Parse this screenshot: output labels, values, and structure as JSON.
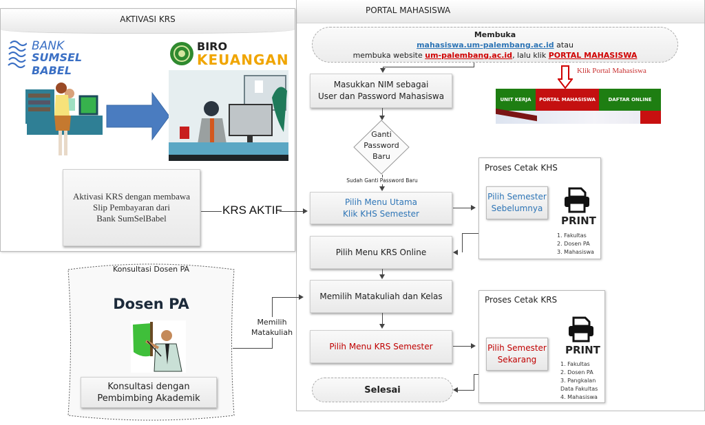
{
  "aktivasi": {
    "title": "AKTIVASI  KRS",
    "bank_logo": {
      "line1": "BANK",
      "line2": "SUMSEL BABEL",
      "color": "#3a6fc4"
    },
    "biro_logo": {
      "line1": "BIRO",
      "line2": "KEUANGAN",
      "color": "#f0a500"
    },
    "step_text": [
      "Aktivasi KRS dengan membawa",
      "Slip Pembayaran  dari",
      "Bank SumSelBabel"
    ],
    "status_label": "KRS AKTIF"
  },
  "portal": {
    "title": "PORTAL MAHASISWA",
    "start": {
      "heading": "Membuka",
      "link1": "mahasiswa.um-palembang.ac.id",
      "after_link1": " atau",
      "line2_prefix": "membuka website ",
      "link2": "um-palembang.ac.id",
      "line2_mid": ", lalu klik ",
      "link3": "PORTAL MAHASISWA"
    },
    "screenshot": {
      "hint": "Klik Portal Mahasiswa",
      "menu": [
        "UNIT KERJA",
        "PORTAL MAHASISWA",
        "DAFTAR ONLINE"
      ],
      "green": "#1e7e12",
      "red": "#c41010"
    },
    "steps": {
      "login": [
        "Masukkan NIM sebagai",
        "User dan Password Mahasiswa"
      ],
      "decision": [
        "Ganti",
        "Password",
        "Baru"
      ],
      "decision_yes": "Sudah Ganti Password Baru",
      "khs": [
        "Pilih Menu Utama",
        "Klik KHS Semester"
      ],
      "krs_online": "Pilih Menu KRS Online",
      "matakuliah": "Memilih Matakuliah dan Kelas",
      "krs_semester": "Pilih Menu KRS Semester",
      "end": "Selesai"
    },
    "cetak_khs": {
      "title": "Proses Cetak KHS",
      "choice": [
        "Pilih Semester",
        "Sebelumnya"
      ],
      "print_label": "PRINT",
      "copies": [
        "1. Fakultas",
        "2. Dosen PA",
        "3. Mahasiswa"
      ]
    },
    "cetak_krs": {
      "title": "Proses Cetak KRS",
      "choice": [
        "Pilih Semester",
        "Sekarang"
      ],
      "print_label": "PRINT",
      "copies": [
        "1. Fakultas",
        "2. Dosen PA",
        "3. Pangkalan",
        "Data Fakultas",
        "4. Mahasiswa"
      ]
    }
  },
  "konsultasi": {
    "title": "Konsultasi Dosen PA",
    "heading": "Dosen PA",
    "step_text": [
      "Konsultasi dengan",
      "Pembimbing Akademik"
    ],
    "edge_label": [
      "Memilih",
      "Matakuliah"
    ]
  }
}
